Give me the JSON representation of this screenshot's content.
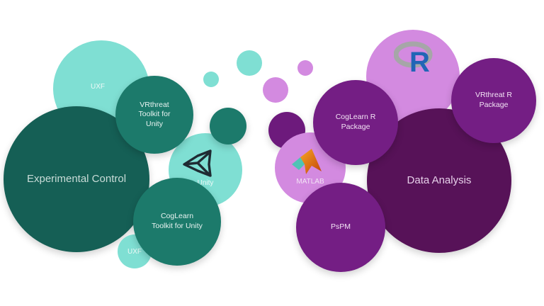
{
  "colors": {
    "teal_dark": "#155f55",
    "teal_mid": "#1c7a6b",
    "teal_light": "#7fdfd3",
    "purple_dark": "#571258",
    "purple_mid": "#741e84",
    "purple_small": "#6d1a7c",
    "purple_light": "#d38ae0"
  },
  "left_cluster": {
    "main": {
      "label": "Experimental Control"
    },
    "uxf_top": {
      "label": "UXF"
    },
    "vrthreat_toolkit": {
      "label_line1": "VRthreat",
      "label_line2": "Toolkit for",
      "label_line3": "Unity"
    },
    "unity": {
      "label": "Unity",
      "icon": "unity-logo-icon"
    },
    "coglearn_toolkit": {
      "label_line1": "CogLearn",
      "label_line2": "Toolkit for Unity"
    },
    "uxf_bottom": {
      "label": "UXF"
    }
  },
  "right_cluster": {
    "main": {
      "label": "Data Analysis"
    },
    "r": {
      "icon": "r-logo-icon",
      "letter": "R"
    },
    "vrthreat_r": {
      "label_line1": "VRthreat R",
      "label_line2": "Package"
    },
    "coglearn_r": {
      "label_line1": "CogLearn R",
      "label_line2": "Package"
    },
    "matlab": {
      "label": "MATLAB",
      "icon": "matlab-logo-icon"
    },
    "pspm": {
      "label": "PsPM"
    }
  }
}
